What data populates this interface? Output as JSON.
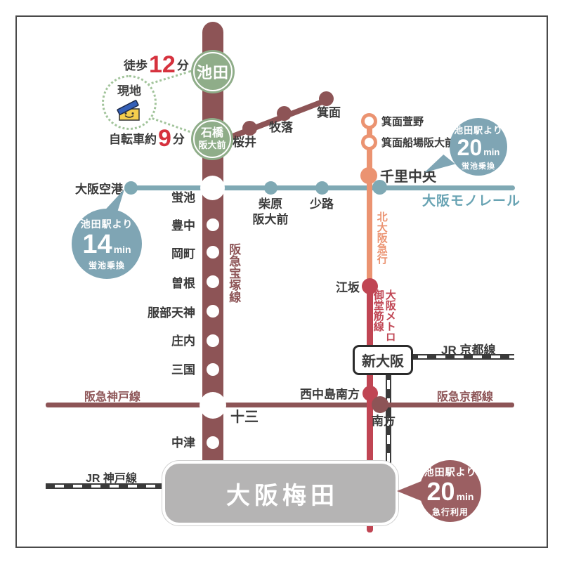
{
  "colors": {
    "maroon": "#8D5456",
    "crimson": "#C04553",
    "orange": "#EB9371",
    "teal": "#7FA9B4",
    "teal_text": "#68A3B3",
    "teal_badge": "#7FA5B4",
    "maroon_badge": "#9B5F62",
    "green": "#8FAD89",
    "green_dot": "#A2C49B",
    "red": "#D6323E",
    "gray_box": "#B5B4B4",
    "ink": "#3A3A3A",
    "jr": "#3A3A3A"
  },
  "site": {
    "label": "現地",
    "walk_prefix": "徒歩",
    "walk_value": "12",
    "walk_unit": "分",
    "cycle_prefix": "自転車約",
    "cycle_value": "9",
    "cycle_unit": "分"
  },
  "lines": {
    "takarazuka": {
      "name": "阪急宝塚線"
    },
    "monorail": {
      "name": "大阪モノレール"
    },
    "kita_osaka": {
      "name": "北大阪急行"
    },
    "metro": {
      "company": "大阪メトロ",
      "line": "御堂筋線"
    },
    "hankyu_kobe": {
      "name": "阪急神戸線"
    },
    "hankyu_kyoto": {
      "name": "阪急京都線"
    },
    "jr_kyoto": {
      "name": "JR 京都線"
    },
    "jr_kobe": {
      "name": "JR 神戸線"
    }
  },
  "stations": {
    "ikeda": "池田",
    "ishibashi1": "石橋",
    "ishibashi2": "阪大前",
    "sakurai": "桜井",
    "makiochi": "牧落",
    "minoo": "箕面",
    "kayano": "箕面萱野",
    "semba": "箕面船場阪大前",
    "senri": "千里中央",
    "airport": "大阪空港",
    "hotarugaike": "蛍池",
    "shibahara1": "柴原",
    "shibahara2": "阪大前",
    "shoji": "少路",
    "toyonaka": "豊中",
    "okamachi": "岡町",
    "sone": "曽根",
    "hattori": "服部天神",
    "shonai": "庄内",
    "mikuni": "三国",
    "esaka": "江坂",
    "shin_osaka": "新大阪",
    "nishinakajima": "西中島南方",
    "minamikata": "南方",
    "juso": "十三",
    "nakatsu": "中津",
    "umeda": "大阪梅田"
  },
  "badges": {
    "monorail_top": {
      "line1": "池田駅より",
      "value": "20",
      "unit": "min",
      "note": "蛍池乗換"
    },
    "monorail_left": {
      "line1": "池田駅より",
      "value": "14",
      "unit": "min",
      "note": "蛍池乗換"
    },
    "express": {
      "line1": "池田駅より",
      "value": "20",
      "unit": "min",
      "note": "急行利用"
    }
  }
}
